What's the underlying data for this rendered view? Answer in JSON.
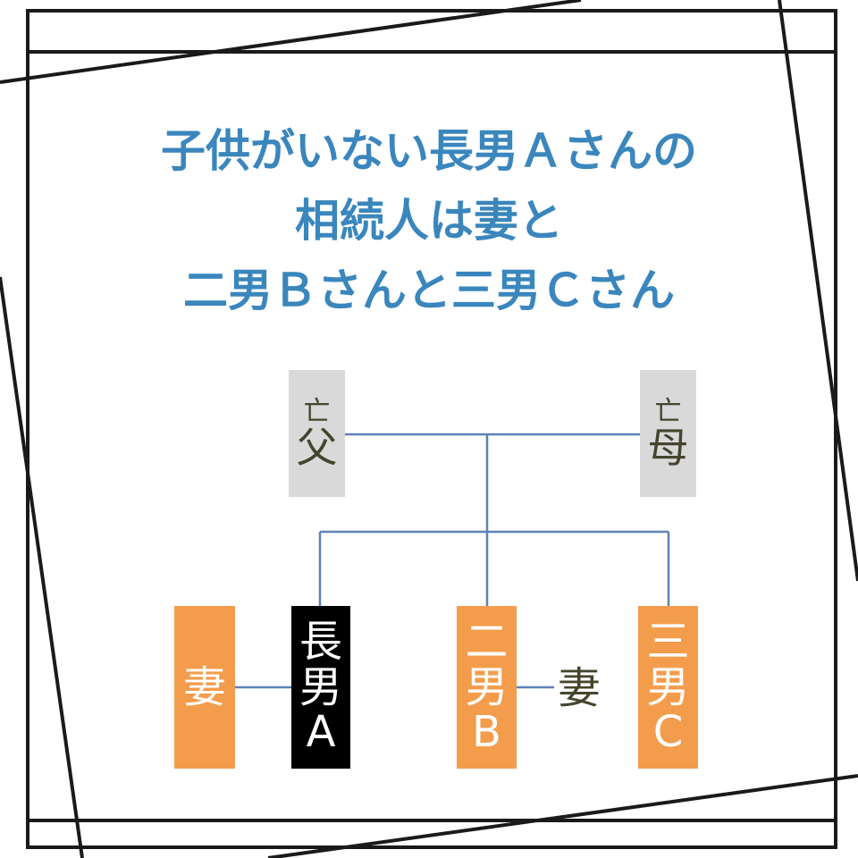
{
  "title": {
    "line1": "子供がいない長男Ａさんの",
    "line2": "相続人は妻と",
    "line3": "二男Ｂさんと三男Ｃさん"
  },
  "father": {
    "prefix": "亡",
    "label": "父"
  },
  "mother": {
    "prefix": "亡",
    "label": "母"
  },
  "wife_a": {
    "label": "妻"
  },
  "son_a": {
    "c1": "長",
    "c2": "男",
    "c3": "A"
  },
  "son_b": {
    "c1": "二",
    "c2": "男",
    "c3": "B"
  },
  "wife_b": {
    "label": "妻"
  },
  "son_c": {
    "c1": "三",
    "c2": "男",
    "c3": "C"
  },
  "colors": {
    "title": "#3a86bd",
    "heir": "#f39c4c",
    "deceased": "#d9d9d9",
    "subject": "#000000",
    "line": "#5b82b8"
  }
}
